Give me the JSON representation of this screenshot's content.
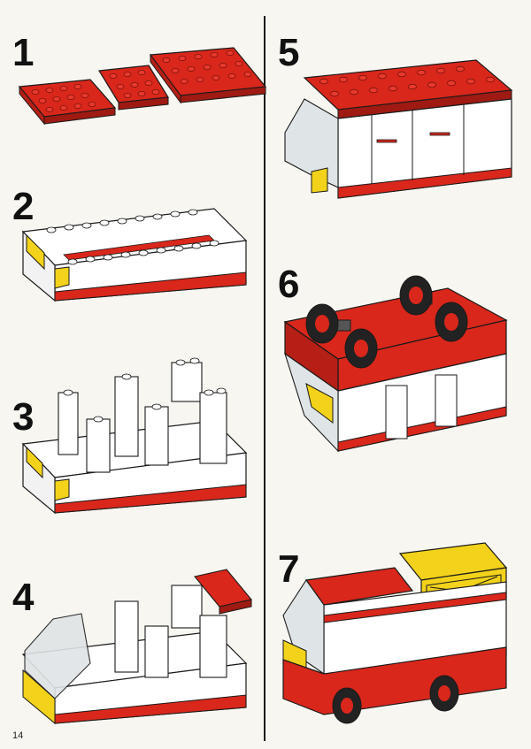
{
  "page_number": "14",
  "steps": [
    {
      "label": "1"
    },
    {
      "label": "2"
    },
    {
      "label": "3"
    },
    {
      "label": "4"
    },
    {
      "label": "5"
    },
    {
      "label": "6"
    },
    {
      "label": "7"
    }
  ],
  "colors": {
    "brick_red": "#d9271b",
    "brick_red_dark": "#9e1a12",
    "brick_white": "#ffffff",
    "brick_yellow": "#f2d21a",
    "outline": "#1a1a1a",
    "transparent_glass": "#dfe4e6",
    "tire": "#222222",
    "background": "#f8f6f0"
  }
}
